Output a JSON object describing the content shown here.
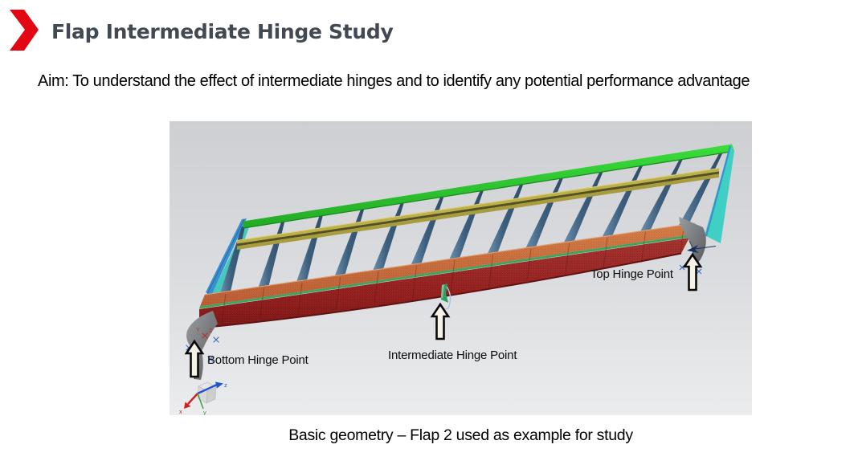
{
  "header": {
    "title": "Flap Intermediate Hinge Study"
  },
  "aim": {
    "text": "Aim: To understand the effect of intermediate hinges and to identify any potential performance advantage"
  },
  "figure": {
    "labels": {
      "top_hinge": "Top Hinge Point",
      "intermediate_hinge": "Intermediate Hinge Point",
      "bottom_hinge": "Bottom Hinge Point"
    },
    "triad": {
      "x": "x",
      "y": "y",
      "z": "z"
    },
    "cs_markers": {
      "z": "Z",
      "y": "Y"
    },
    "colors": {
      "accent_red": "#E30613",
      "title_gray": "#414A52",
      "background_top": "#cdcfd2",
      "background_bottom": "#ebeced",
      "spar_green": "#2ec52e",
      "stringer_yellow": "#b3a73c",
      "rib_blue": "#3d5f7e",
      "web_red": "#9b2423",
      "flange_orange": "#c96f42",
      "tip_cyan": "#3fcfc4",
      "edge_blue": "#3a8fd0",
      "bracket_gray": "#707376"
    }
  },
  "caption": {
    "text": "Basic geometry – Flap 2 used as example for study"
  }
}
